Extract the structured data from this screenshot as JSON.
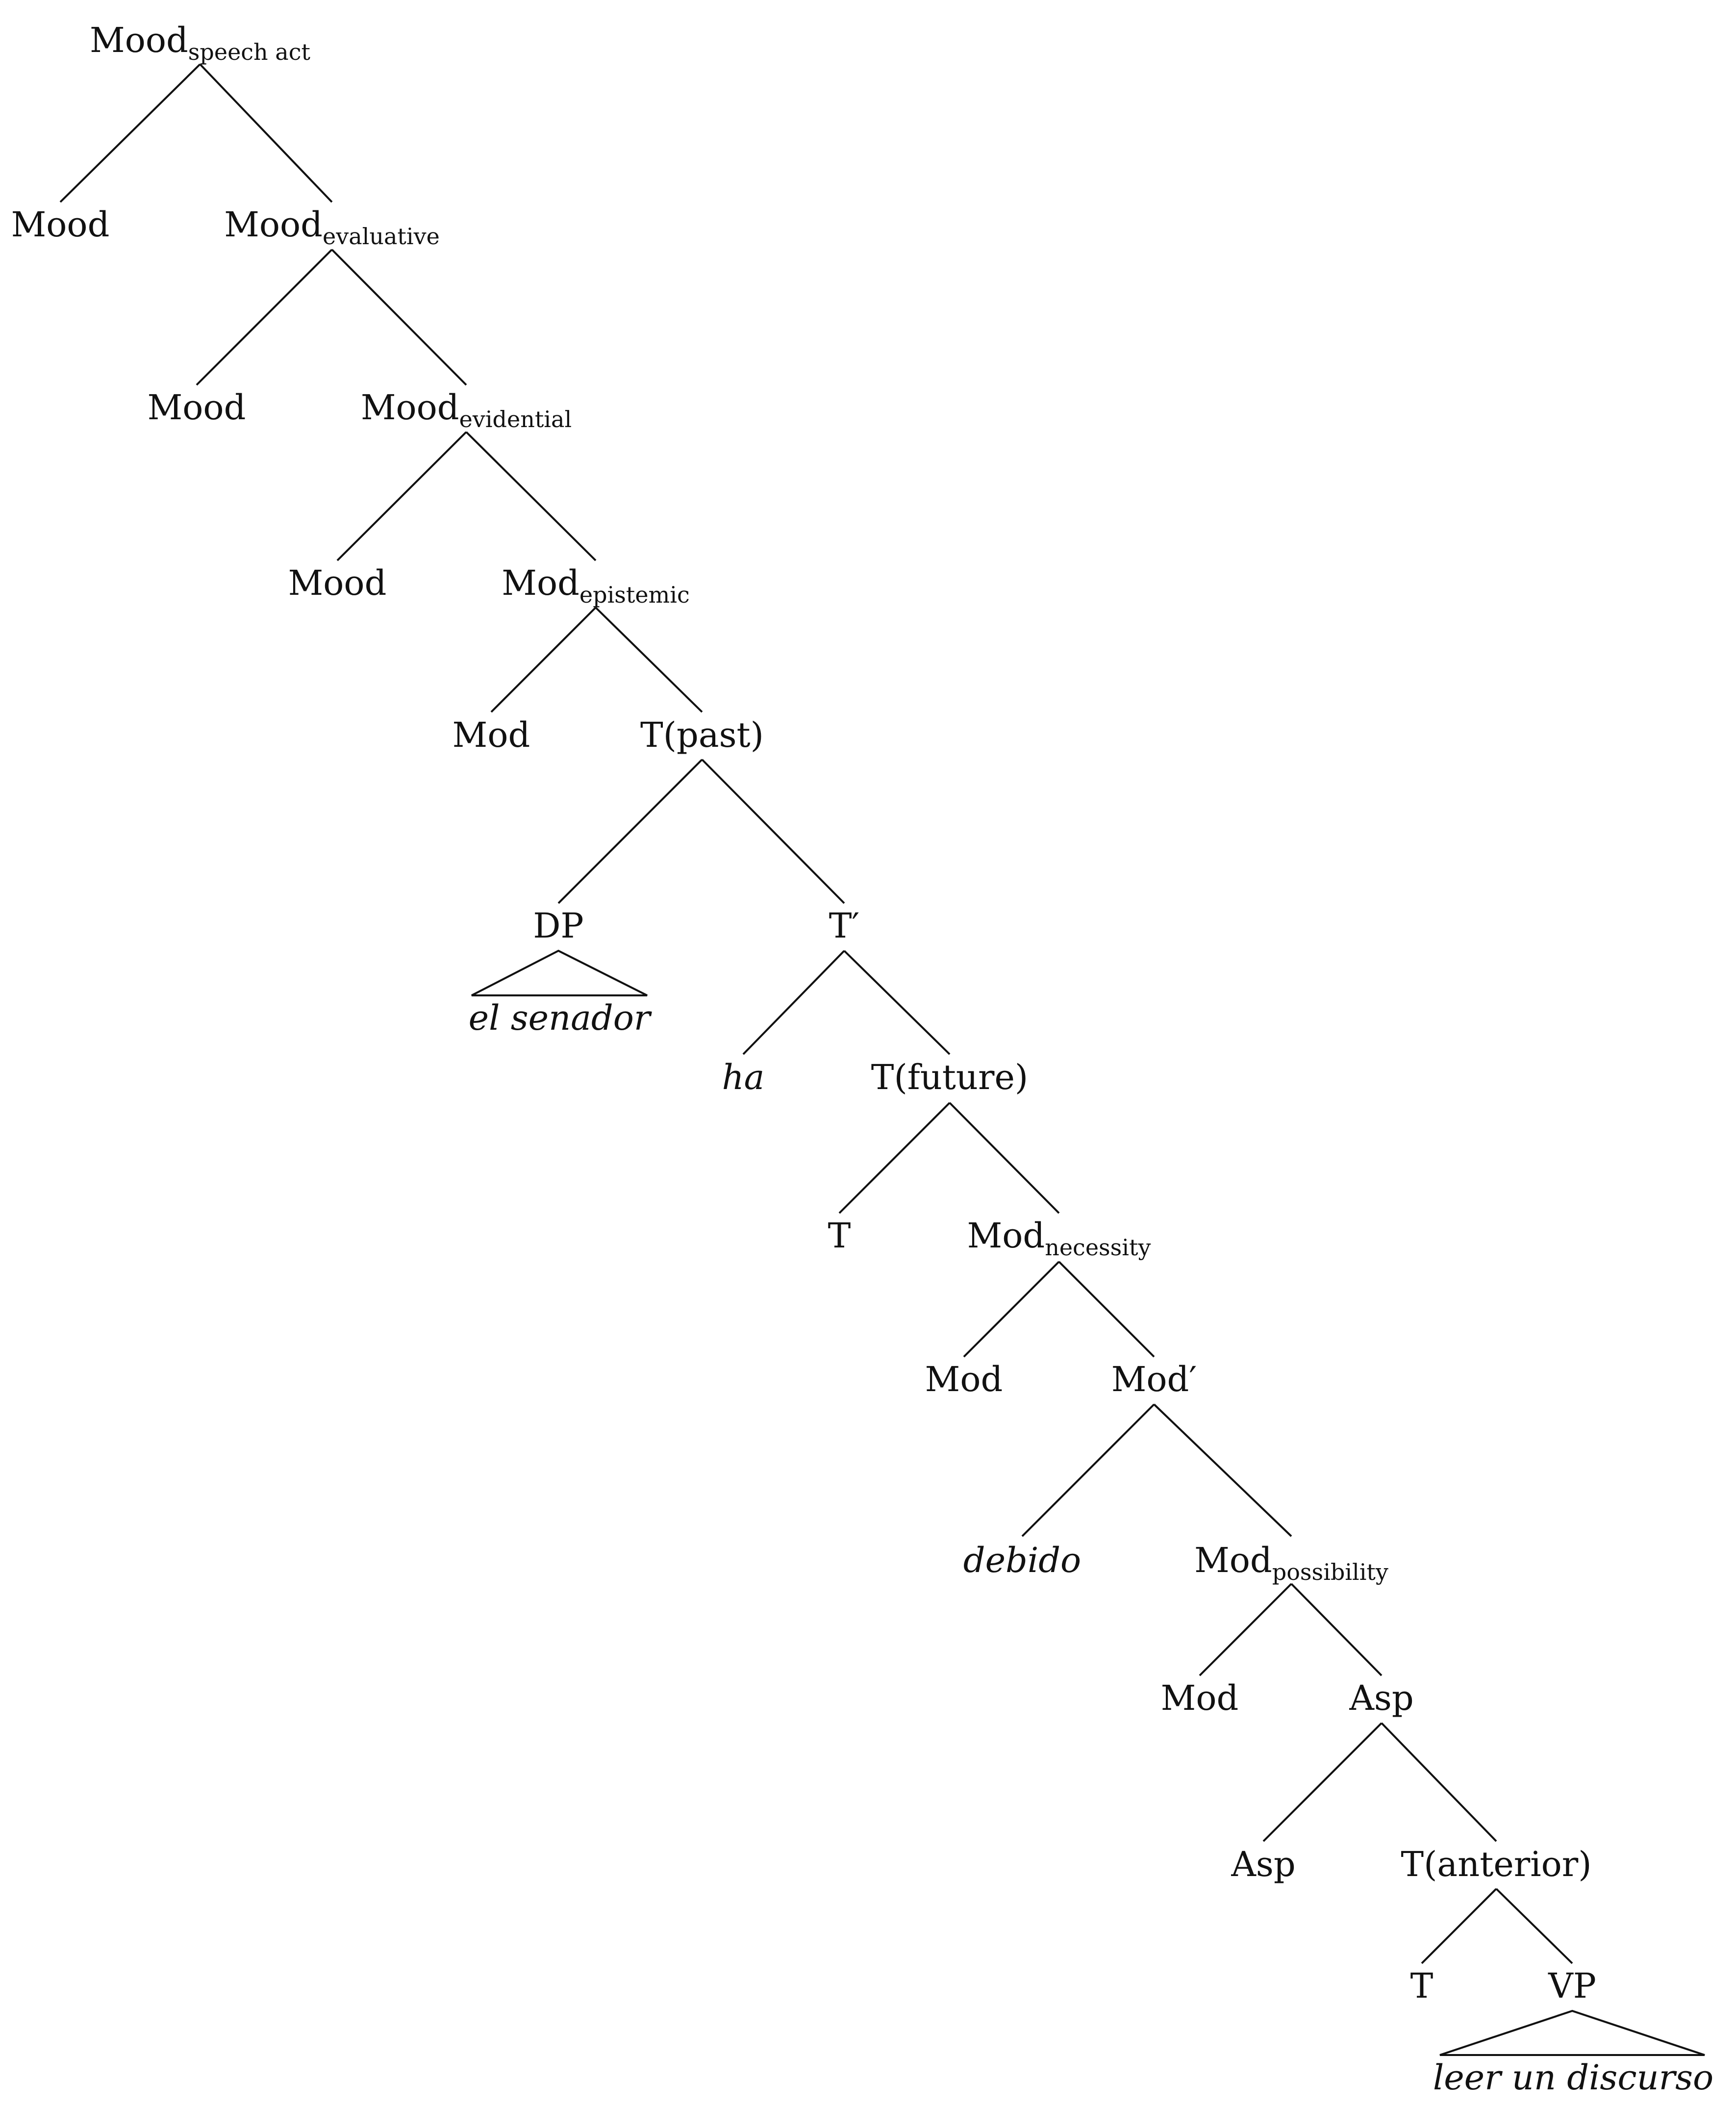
{
  "nodes": {
    "n1": {
      "label": "Mood",
      "sub": "speech act"
    },
    "n2": {
      "label": "Mood"
    },
    "n3": {
      "label": "Mood",
      "sub": "evaluative"
    },
    "n4": {
      "label": "Mood"
    },
    "n5": {
      "label": "Mood",
      "sub": "evidential"
    },
    "n6": {
      "label": "Mood"
    },
    "n7": {
      "label": "Mod",
      "sub": "epistemic"
    },
    "n8": {
      "label": "Mod"
    },
    "n9": {
      "label": "T(past)"
    },
    "n10": {
      "label": "DP"
    },
    "n11": {
      "label": "el senador"
    },
    "n12": {
      "label": "T′"
    },
    "n13": {
      "label": "ha"
    },
    "n14": {
      "label": "T(future)"
    },
    "n15": {
      "label": "T"
    },
    "n16": {
      "label": "Mod",
      "sub": "necessity"
    },
    "n17": {
      "label": "Mod"
    },
    "n18": {
      "label": "Mod′"
    },
    "n19": {
      "label": "debido"
    },
    "n20": {
      "label": "Mod",
      "sub": "possibility"
    },
    "n21": {
      "label": "Mod"
    },
    "n22": {
      "label": "Asp"
    },
    "n23": {
      "label": "Asp"
    },
    "n24": {
      "label": "T(anterior)"
    },
    "n25": {
      "label": "T"
    },
    "n26": {
      "label": "VP"
    },
    "n27": {
      "label": "leer un discurso"
    }
  }
}
